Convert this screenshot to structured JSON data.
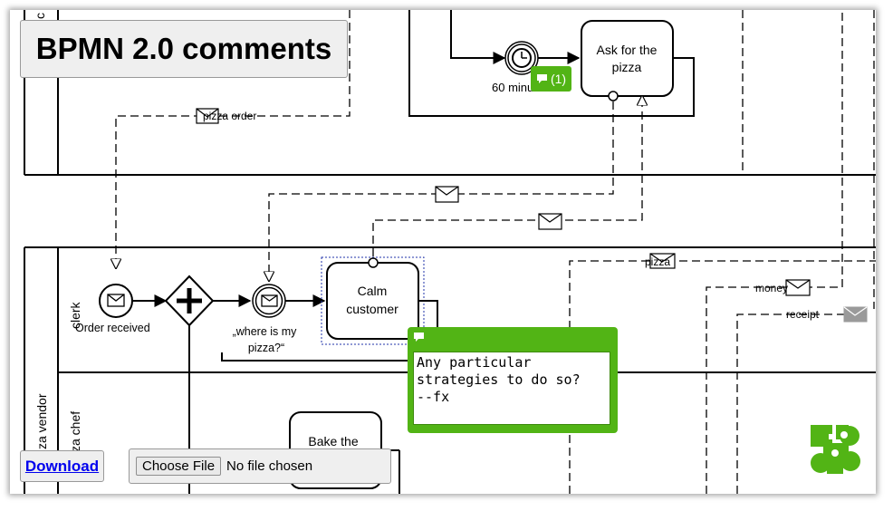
{
  "page": {
    "title": "BPMN 2.0 comments",
    "download_label": "Download",
    "file_button_label": "Choose File",
    "file_status": "No file chosen"
  },
  "diagram": {
    "lanes": {
      "clerk": "clerk",
      "pizza_chef": "za chef",
      "pool_vendor": "za vendor",
      "top_pool_cut": "c"
    },
    "tasks": {
      "ask_pizza_line1": "Ask for the",
      "ask_pizza_line2": "pizza",
      "calm_line1": "Calm",
      "calm_line2": "customer",
      "bake_line1": "Bake the"
    },
    "events": {
      "timer_label": "60 minu",
      "order_received": "Order received",
      "where_line1": "„where is my",
      "where_line2": "pizza?“"
    },
    "messages": {
      "pizza_order": "pizza order",
      "pizza": "pizza",
      "money": "money",
      "receipt": "receipt"
    }
  },
  "comments": {
    "badge_count": "(1)",
    "text": "Any particular\nstrategies to do so?\n--fx"
  },
  "colors": {
    "comment_green": "#52b415",
    "logo_green": "#52b415",
    "lines": "#000000",
    "receipt_envelope": "#9a9a9a"
  },
  "icons": [
    "comment-icon",
    "envelope-icon",
    "timer-icon",
    "parallel-gateway-icon",
    "bpmn-io-logo-icon"
  ]
}
